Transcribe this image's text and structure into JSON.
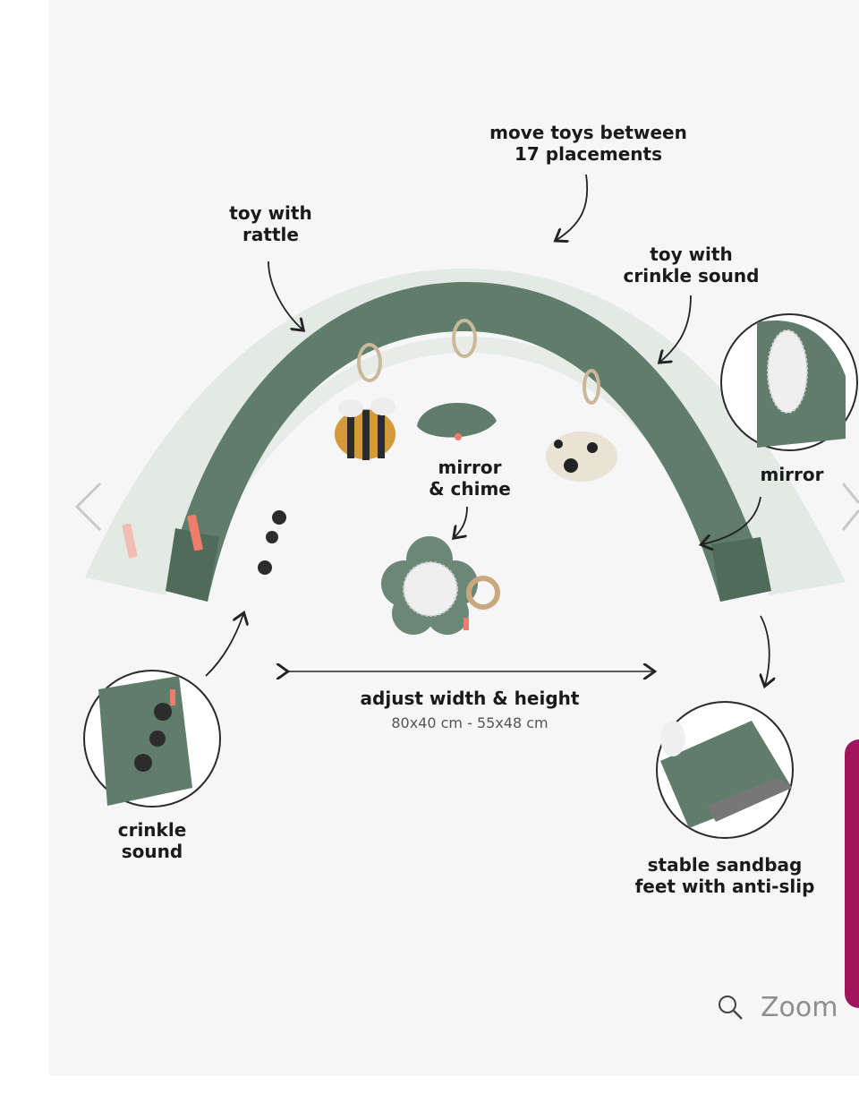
{
  "labels": {
    "move_toys": [
      "move toys between",
      "17 placements"
    ],
    "toy_rattle": [
      "toy with",
      "rattle"
    ],
    "toy_crinkle": [
      "toy with",
      "crinkle sound"
    ],
    "mirror_right": "mirror",
    "mirror_chime": [
      "mirror",
      "& chime"
    ],
    "adjust": "adjust width & height",
    "dimensions": "80x40 cm - 55x48 cm",
    "crinkle_sound": [
      "crinkle",
      "sound"
    ],
    "sandbag": [
      "stable sandbag",
      "feet with anti-slip"
    ]
  },
  "zoom": {
    "label": "Zoom",
    "icon": "magnifier-icon"
  },
  "nav": {
    "prev_icon": "chevron-left-icon",
    "next_icon": "chevron-right-icon"
  },
  "colors": {
    "panel": "#f6f6f6",
    "arch": "#5f7d6a",
    "arch_light": "#dfe6e1",
    "accent": "#a0155e",
    "coral": "#f07d6b"
  }
}
